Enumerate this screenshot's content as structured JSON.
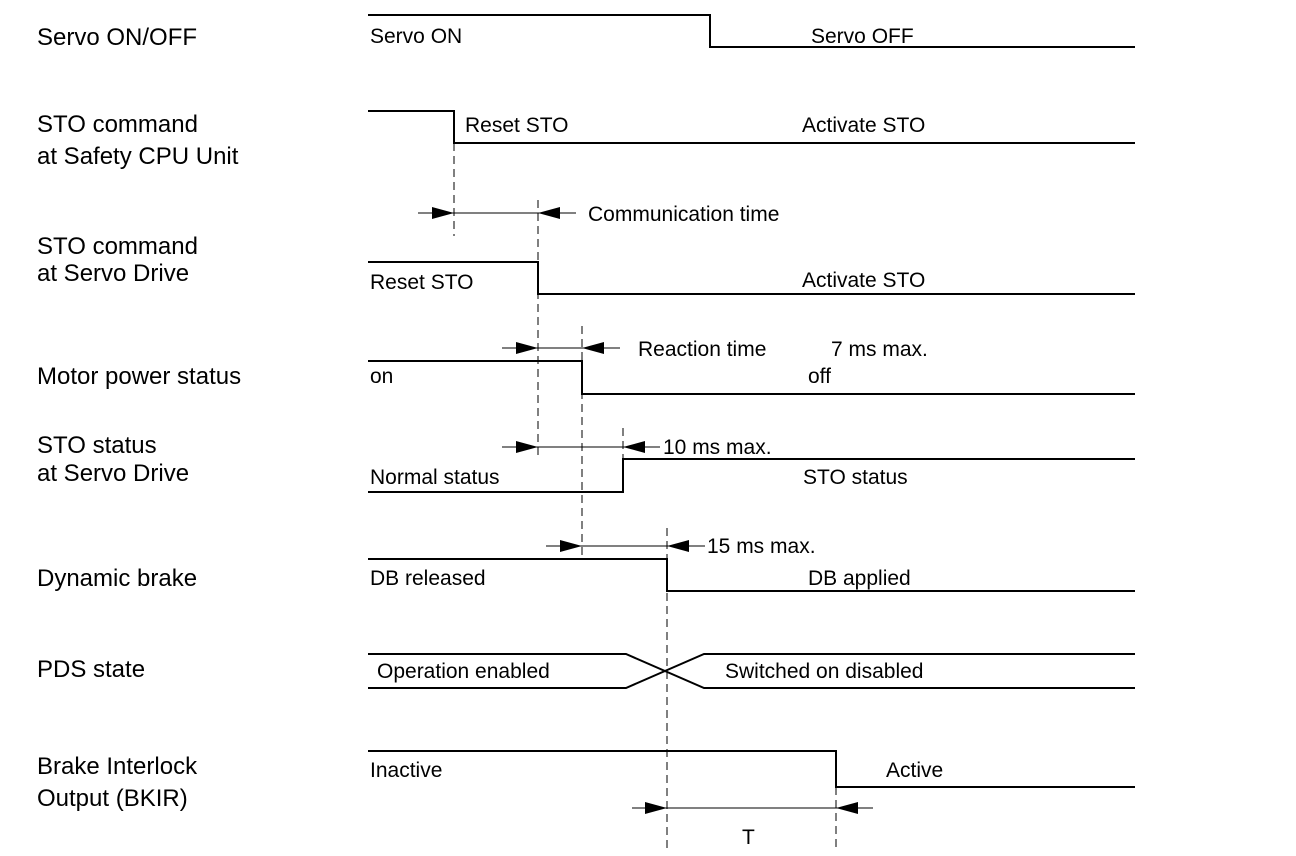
{
  "signals": [
    {
      "id": "servo",
      "label_lines": [
        "Servo ON/OFF"
      ],
      "before": "Servo ON",
      "after": "Servo OFF"
    },
    {
      "id": "sto-safety",
      "label_lines": [
        "STO command",
        "at Safety CPU Unit"
      ],
      "before": "",
      "after_1": "Reset STO",
      "after_2": "Activate STO"
    },
    {
      "id": "sto-drive",
      "label_lines": [
        "STO command",
        "at Servo Drive"
      ],
      "before": "Reset STO",
      "after": "Activate STO"
    },
    {
      "id": "motor-power",
      "label_lines": [
        "Motor power status"
      ],
      "before": "on",
      "after": "off"
    },
    {
      "id": "sto-status",
      "label_lines": [
        "STO status",
        "at Servo Drive"
      ],
      "before": "Normal status",
      "after": "STO status"
    },
    {
      "id": "dynamic-brake",
      "label_lines": [
        "Dynamic brake"
      ],
      "before": "DB released",
      "after": "DB applied"
    },
    {
      "id": "pds",
      "label_lines": [
        "PDS state"
      ],
      "before": "Operation enabled",
      "after": "Switched on disabled"
    },
    {
      "id": "bkir",
      "label_lines": [
        "Brake Interlock",
        "Output (BKIR)"
      ],
      "before": "Inactive",
      "after": "Active"
    }
  ],
  "annotations": {
    "communication": "Communication time",
    "reaction": "Reaction time",
    "reaction_max": "7 ms max.",
    "sto_max": "10 ms max.",
    "db_max": "15 ms max.",
    "t": "T"
  }
}
